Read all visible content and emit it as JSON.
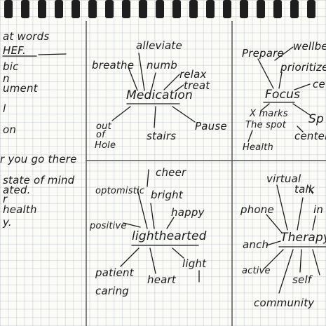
{
  "left_column": {
    "lines": [
      "at words",
      "HEF.",
      "bic",
      "n",
      "ument",
      "l",
      "on",
      "r you go there",
      "state of mind",
      "ated.",
      "r",
      "health",
      "y."
    ]
  },
  "medication_map": {
    "center": "Medication",
    "words": [
      "alleviate",
      "breathe",
      "numb",
      "relax",
      "treat",
      "out",
      "of",
      "Hole",
      "stairs",
      "Pause"
    ]
  },
  "focus_map": {
    "center": "Focus",
    "words": [
      "Prepare",
      "wellbein",
      "prioritize",
      "ce",
      "X marks",
      "The spot",
      "Health",
      "Sp",
      "center"
    ]
  },
  "lighthearted_map": {
    "center": "lighthearted",
    "words": [
      "cheer",
      "optomistic",
      "bright",
      "happy",
      "positive",
      "patient",
      "caring",
      "heart",
      "light"
    ]
  },
  "therapy_map": {
    "center": "Therapy",
    "words": [
      "virtual",
      "talk",
      "in",
      "phone",
      "anch",
      "active",
      "self",
      "community"
    ]
  }
}
